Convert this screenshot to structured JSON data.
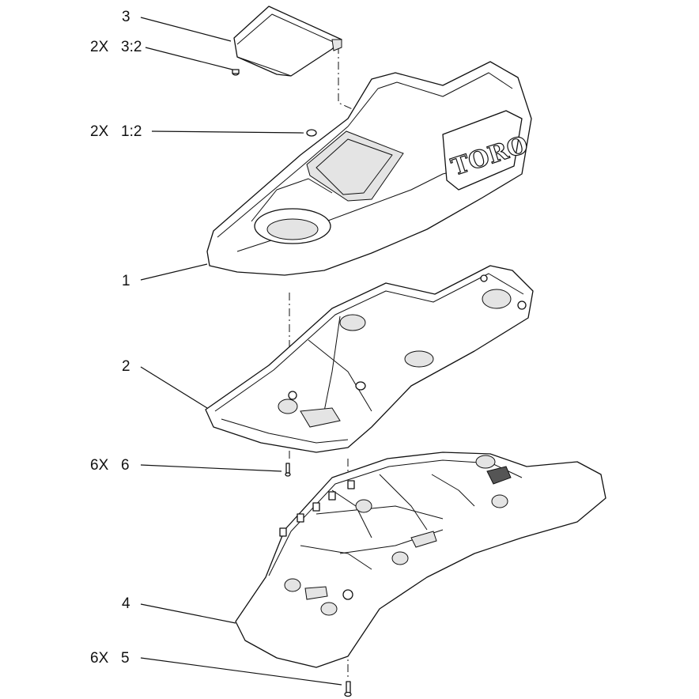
{
  "callouts": [
    {
      "id": "c3",
      "qty": "",
      "label": "3"
    },
    {
      "id": "c32",
      "qty": "2X",
      "label": "3:2"
    },
    {
      "id": "c12",
      "qty": "2X",
      "label": "1:2"
    },
    {
      "id": "c1",
      "qty": "",
      "label": "1"
    },
    {
      "id": "c2",
      "qty": "",
      "label": "2"
    },
    {
      "id": "c6",
      "qty": "6X",
      "label": "6"
    },
    {
      "id": "c4",
      "qty": "",
      "label": "4"
    },
    {
      "id": "c5",
      "qty": "6X",
      "label": "5"
    }
  ],
  "logo": {
    "text": "TORO"
  }
}
